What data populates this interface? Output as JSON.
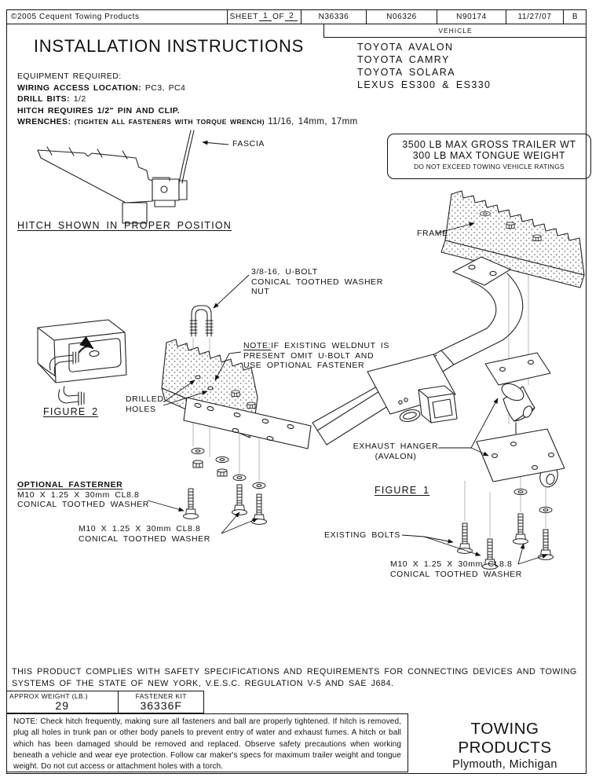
{
  "header": {
    "copyright": "©2005 Cequent Towing Products",
    "sheet_prefix": "SHEET",
    "sheet_num": "1",
    "sheet_of": "OF",
    "sheet_total": "2",
    "parts": [
      "N36336",
      "N06326",
      "N90174"
    ],
    "date": "11/27/07",
    "rev": "B"
  },
  "vehicle": {
    "label": "VEHICLE",
    "models": [
      "TOYOTA AVALON",
      "TOYOTA CAMRY",
      "TOYOTA SOLARA",
      "LEXUS ES300 & ES330"
    ]
  },
  "title": "INSTALLATION INSTRUCTIONS",
  "equipment": {
    "heading": "EQUIPMENT REQUIRED:",
    "wiring_label": "WIRING ACCESS LOCATION:",
    "wiring_value": " PC3, PC4",
    "drill_label": "DRILL BITS:",
    "drill_value": " 1/2",
    "hitch_line": "HITCH REQUIRES 1/2\" PIN AND CLIP.",
    "wrench_label": "WRENCHES:",
    "wrench_note": " (TIGHTEN ALL FASTENERS WITH TORQUE WRENCH) ",
    "wrench_value": "11/16, 14mm, 17mm"
  },
  "weight_box": {
    "line1": "3500 LB MAX GROSS TRAILER WT",
    "line2": "300 LB MAX TONGUE WEIGHT",
    "line3": "DO NOT EXCEED TOWING VEHICLE RATINGS"
  },
  "diagram": {
    "fascia": "FASCIA",
    "hitch_caption": "HITCH SHOWN IN PROPER POSITION",
    "frame": "FRAME",
    "ubolt_line1": "3/8-16, U-BOLT",
    "ubolt_line2": "CONICAL TOOTHED WASHER",
    "ubolt_line3": "NUT",
    "note_label": "NOTE:",
    "note_line1": "IF EXISTING WELDNUT IS",
    "note_line2": "PRESENT OMIT U-BOLT AND",
    "note_line3": "USE OPTIONAL FASTENER",
    "figure2": "FIGURE 2",
    "drilled_line1": "DRILLED",
    "drilled_line2": "HOLES",
    "optional_title": "OPTIONAL FASTERNER",
    "m10_line1": "M10 X 1.25 X 30mm CL8.8",
    "m10_line2": "CONICAL TOOTHED WASHER",
    "exhaust_line1": "EXHAUST HANGER",
    "exhaust_line2": "(AVALON)",
    "figure1": "FIGURE 1",
    "existing_bolts": "EXISTING BOLTS"
  },
  "compliance": {
    "line1": "THIS PRODUCT COMPLIES WITH SAFETY SPECIFICATIONS AND REQUIREMENTS FOR CONNECTING DEVICES AND TOWING",
    "line2": "SYSTEMS OF THE STATE OF NEW YORK, V.E.S.C. REGULATION V-5 AND SAE J684."
  },
  "spec_table": {
    "weight_label": "APPROX WEIGHT (LB.)",
    "weight_value": "29",
    "kit_label": "FASTENER KIT",
    "kit_value": "36336F"
  },
  "note_box": {
    "text": "NOTE: Check hitch frequently, making sure all fasteners and ball are properly tightened. If hitch is removed, plug all holes in trunk pan or other body panels to prevent entry of water and exhaust fumes. A hitch or ball which has been damaged should be removed and replaced. Observe safety precautions when working beneath a vehicle and wear eye protection. Follow car maker's specs for maximum trailer weight and tongue weight. Do not cut access or attachment holes with a torch."
  },
  "brand": {
    "name": "TOWING PRODUCTS",
    "location": "Plymouth, Michigan"
  },
  "colors": {
    "ink": "#111111",
    "paper": "#ffffff"
  }
}
